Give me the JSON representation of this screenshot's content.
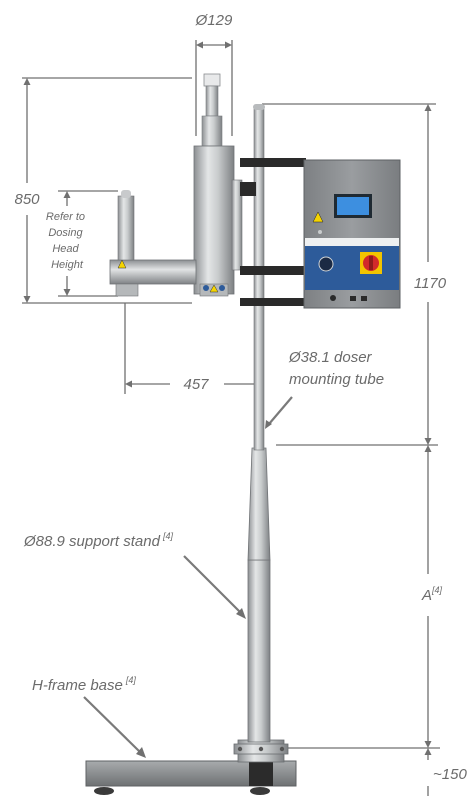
{
  "dimensions": {
    "diameter_top": "Ø129",
    "height_850": "850",
    "dosing_head_note": [
      "Refer to",
      "Dosing",
      "Head",
      "Height"
    ],
    "height_1170": "1170",
    "width_457": "457",
    "mounting_tube": [
      "Ø38.1 doser",
      "mounting tube"
    ],
    "support_stand": "Ø88.9 support stand",
    "support_stand_ref": "[4]",
    "dim_a": "A",
    "dim_a_ref": "[4]",
    "base_label": "H-frame base",
    "base_ref": "[4]",
    "base_height": "~150"
  },
  "colors": {
    "steel_light": "#d8dadb",
    "steel_dark": "#8c8f92",
    "panel_gray": "#8a8d90",
    "panel_blue": "#2d5b9a",
    "screen_blue": "#3d8fe0",
    "label_gray": "#6b6b6b",
    "switch_red": "#d22a2a",
    "switch_yellow": "#f2c400",
    "warning_yellow": "#f5d400",
    "dark_band": "#2a2a2a"
  }
}
